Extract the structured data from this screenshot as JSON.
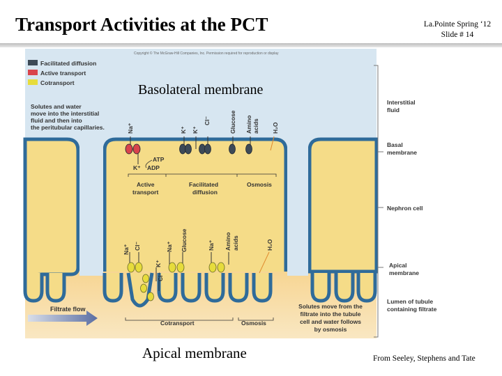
{
  "slide": {
    "title": "Transport Activities at the PCT",
    "author": "La.Pointe Spring ‘12",
    "slide_number": "Slide # 14",
    "basolateral_label": "Basolateral membrane",
    "apical_label": "Apical membrane",
    "source": "From Seeley, Stephens and Tate"
  },
  "figure": {
    "copyright": "Copyright © The McGraw-Hill Companies, Inc. Permission required for reproduction or display",
    "legend": [
      {
        "label": "Facilitated diffusion",
        "color": "#3d4a57"
      },
      {
        "label": "Active transport",
        "color": "#d9444c"
      },
      {
        "label": "Cotransport",
        "color": "#e6dc3c"
      }
    ],
    "callout": [
      "Solutes and water",
      "move into the interstitial",
      "fluid and then into",
      "the peritubular capillaries."
    ],
    "basal_ions": {
      "na": "Na⁺",
      "k1": "K⁺",
      "k2": "K⁺",
      "cl": "Cl⁻",
      "glucose": "Glucose",
      "amino_1": "Amino",
      "amino_2": "acids",
      "water": "H₂O"
    },
    "atp": "ATP",
    "adp": "ADP",
    "k_in": "K⁺",
    "basal_groups": {
      "active_1": "Active",
      "active_2": "transport",
      "facil_1": "Facilitated",
      "facil_2": "diffusion",
      "osmosis": "Osmosis"
    },
    "apical_ions": {
      "na1": "Na⁺",
      "cl1": "Cl⁻",
      "k": "K⁺",
      "na2": "Na⁺",
      "cl2": "Cl⁻",
      "glucose": "Glucose",
      "na3": "Na⁺",
      "amino_1": "Amino",
      "amino_2": "acids",
      "water": "H₂O"
    },
    "filtrate_flow": "Filtrate flow",
    "bottom_groups": {
      "cotransport": "Cotransport",
      "osmosis": "Osmosis"
    },
    "side_labels": {
      "interstitial_1": "Interstitial",
      "interstitial_2": "fluid",
      "basal_1": "Basal",
      "basal_2": "membrane",
      "nephron": "Nephron cell",
      "apical_1": "Apical",
      "apical_2": "membrane",
      "lumen_1": "Lumen of tubule",
      "lumen_2": "containing filtrate",
      "solutes": [
        "Solutes move from the",
        "filtrate into the tubule",
        "cell and water follows",
        "by osmosis"
      ]
    }
  }
}
